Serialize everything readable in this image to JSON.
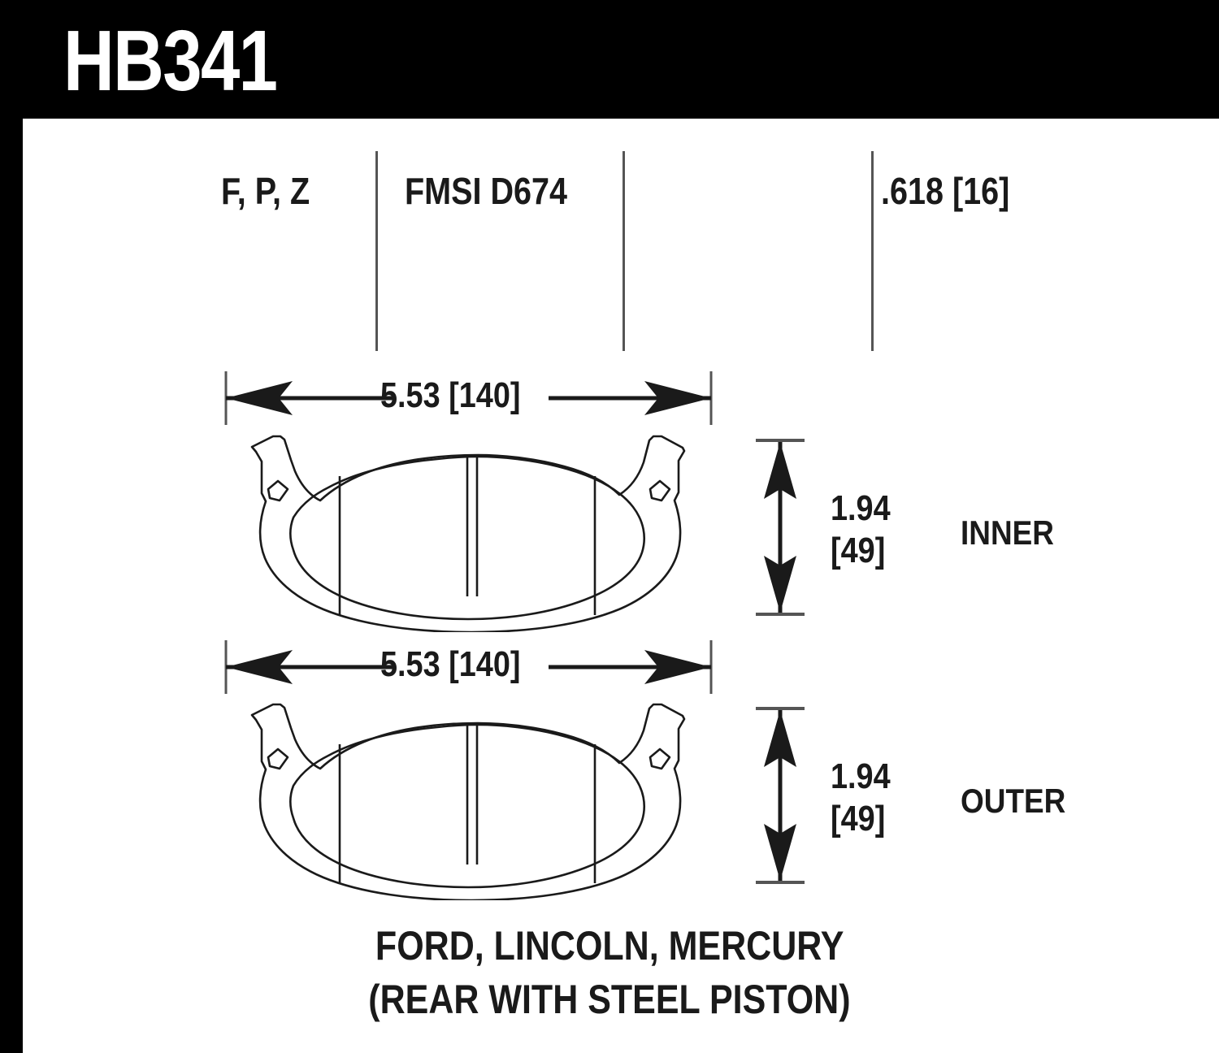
{
  "header": {
    "part_number": "HB341",
    "background_color": "#000000",
    "text_color": "#ffffff"
  },
  "spec_row": {
    "compounds": "F, P, Z",
    "fmsi": "FMSI D674",
    "thickness": ".618 [16]"
  },
  "pads": [
    {
      "position_label": "INNER",
      "width_dim": "5.53 [140]",
      "height_dim_in": "1.94",
      "height_dim_mm": "[49]"
    },
    {
      "position_label": "OUTER",
      "width_dim": "5.53 [140]",
      "height_dim_in": "1.94",
      "height_dim_mm": "[49]"
    }
  ],
  "caption": {
    "line1": "FORD, LINCOLN, MERCURY",
    "line2": "(REAR WITH STEEL PISTON)"
  },
  "style": {
    "line_color": "#1a1a1a",
    "divider_color": "#555555",
    "paper_color": "#ffffff"
  }
}
